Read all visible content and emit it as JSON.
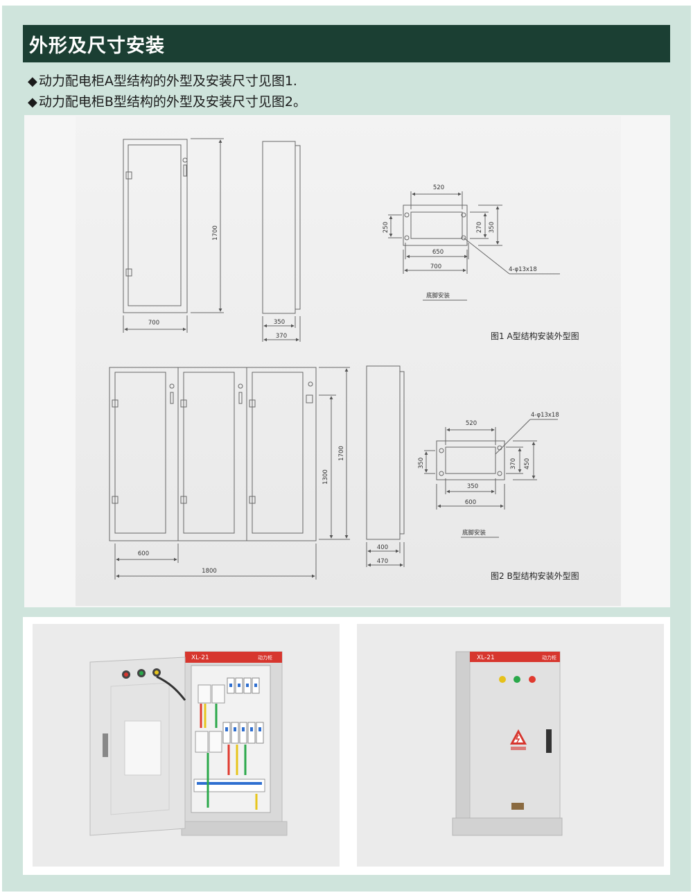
{
  "header": {
    "title": "外形及尺寸安装"
  },
  "bullets": [
    {
      "marker": "◆",
      "text": "动力配电柜A型结构的外型及安装尺寸见图1."
    },
    {
      "marker": "◆",
      "text": "动力配电柜B型结构的外型及安装尺寸见图2。"
    }
  ],
  "figure_a": {
    "caption": "图1 A型结构安装外型图",
    "front_width": "700",
    "height": "1700",
    "depth_inner": "350",
    "depth_outer": "370",
    "base": {
      "label": "底脚安装",
      "top_width": "520",
      "inner_width": "650",
      "outer_width": "700",
      "left_height": "250",
      "inner_height": "270",
      "outer_height": "350",
      "hole_spec": "4-φ13x18"
    }
  },
  "figure_b": {
    "caption": "图2 B型结构安装外型图",
    "panel_width": "600",
    "total_width": "1800",
    "door_height": "1300",
    "height": "1700",
    "depth_inner": "400",
    "depth_outer": "470",
    "base": {
      "label": "底脚安装",
      "top_width": "520",
      "inner_width": "350",
      "outer_width": "600",
      "left_height": "350",
      "inner_height": "370",
      "outer_height": "450",
      "hole_spec": "4-φ13x18"
    }
  },
  "photos": {
    "open_cabinet": {
      "model_label": "XL-21",
      "type_label": "动力柜"
    },
    "closed_cabinet": {
      "model_label": "XL-21",
      "type_label": "动力柜"
    }
  },
  "colors": {
    "page_background": "#cfe4dc",
    "header_background": "#1b3f33",
    "cabinet_label_red": "#d7362e"
  }
}
